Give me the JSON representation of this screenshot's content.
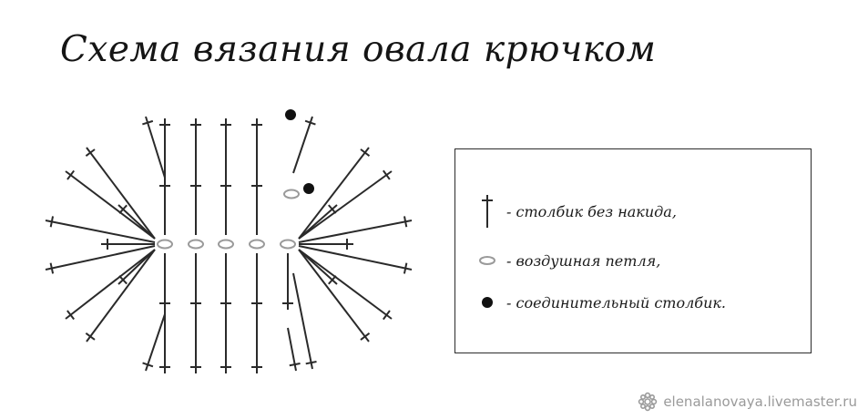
{
  "title": "Схема вязания овала крючком",
  "legend": {
    "items": [
      {
        "symbol": "single-crochet-icon",
        "text": "- столбик без накида,"
      },
      {
        "symbol": "chain-stitch-icon",
        "text": "- воздушная петля,"
      },
      {
        "symbol": "slip-stitch-icon",
        "text": "- соединительный столбик."
      }
    ]
  },
  "watermark": {
    "text": "elenalanovaya.livemaster.ru",
    "icon": "gear-flower-icon"
  },
  "colors": {
    "stroke": "#2a2a2a",
    "chain": "#9a9a9a",
    "border": "#2b2b2b",
    "watermark": "#9a9a9a"
  }
}
